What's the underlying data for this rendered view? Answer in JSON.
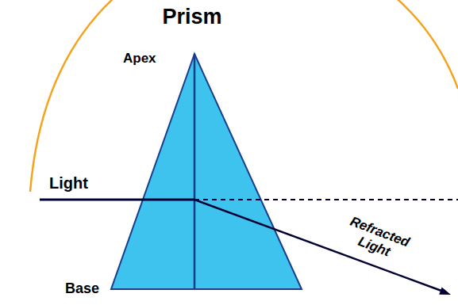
{
  "diagram": {
    "title": "Prism",
    "labels": [
      "Apex",
      "Light",
      "Refracted Light",
      "Base"
    ]
  }
}
